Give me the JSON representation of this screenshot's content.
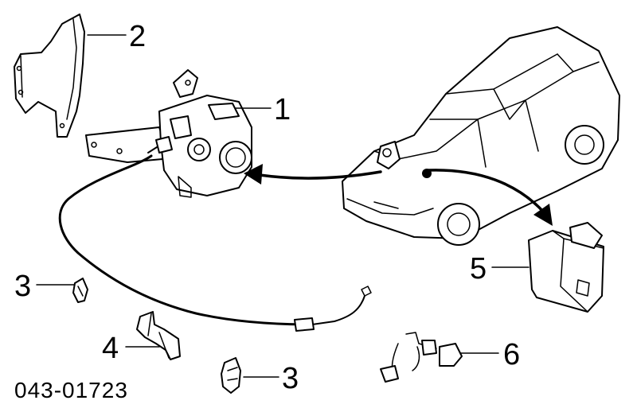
{
  "callouts": {
    "c1": "1",
    "c2": "2",
    "c3a": "3",
    "c3b": "3",
    "c4": "4",
    "c5": "5",
    "c6": "6"
  },
  "diagram_code": "043-01723"
}
